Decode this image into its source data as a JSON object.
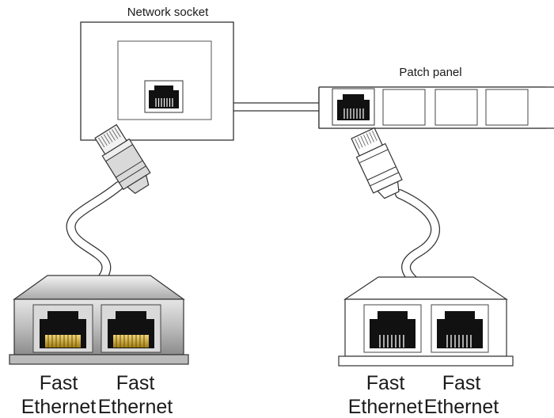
{
  "labels": {
    "network_socket": "Network socket",
    "patch_panel": "Patch panel",
    "left_splitter": {
      "port1_line1": "Fast",
      "port1_line2": "Ethernet",
      "port2_line1": "Fast",
      "port2_line2": "Ethernet"
    },
    "right_splitter": {
      "port1_line1": "Fast",
      "port1_line2": "Ethernet",
      "port2_line1": "Fast",
      "port2_line2": "Ethernet"
    }
  },
  "colors": {
    "outline": "#333333",
    "jack_black": "#111111",
    "gold_pins": "#c9a227",
    "metal_gray": "#b5b5b5"
  },
  "icons": [
    "rj45-jack-icon",
    "rj45-plug-icon",
    "cable-icon"
  ]
}
